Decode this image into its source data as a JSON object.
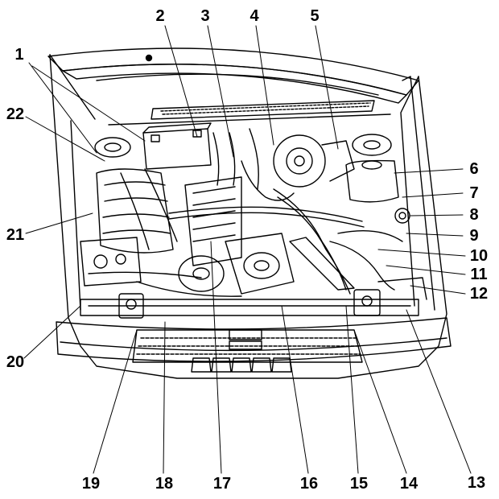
{
  "callouts": {
    "c1": "1",
    "c2": "2",
    "c3": "3",
    "c4": "4",
    "c5": "5",
    "c6": "6",
    "c7": "7",
    "c8": "8",
    "c9": "9",
    "c10": "10",
    "c11": "11",
    "c12": "12",
    "c13": "13",
    "c14": "14",
    "c15": "15",
    "c16": "16",
    "c17": "17",
    "c18": "18",
    "c19": "19",
    "c20": "20",
    "c21": "21",
    "c22": "22"
  },
  "colors": {
    "ink": "#000000",
    "paper": "#ffffff"
  }
}
